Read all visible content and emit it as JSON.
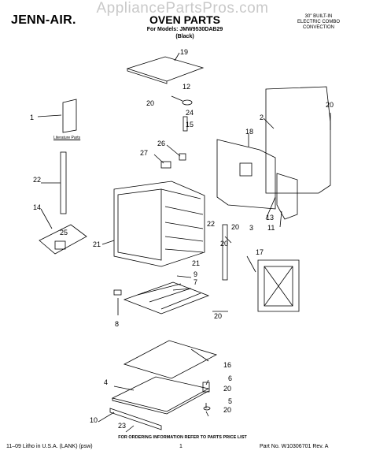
{
  "watermark": "AppliancePartsPros.com",
  "header": {
    "brand": "JENN-AIR.",
    "title": "OVEN PARTS",
    "models_line1": "For Models: JMW9530DAB29",
    "models_line2": "(Black)",
    "right_line1": "30\" BUILT-IN",
    "right_line2": "ELECTRIC COMBO",
    "right_line3": "CONVECTION"
  },
  "literature_label": "Literature Parts",
  "callouts": [
    "19",
    "12",
    "20",
    "24",
    "15",
    "1",
    "2",
    "18",
    "20",
    "26",
    "27",
    "22",
    "14",
    "25",
    "21",
    "13",
    "20",
    "3",
    "11",
    "22",
    "20",
    "17",
    "21",
    "9",
    "7",
    "8",
    "20",
    "16",
    "4",
    "6",
    "20",
    "5",
    "20",
    "10",
    "23"
  ],
  "footer": {
    "order_note": "FOR ORDERING INFORMATION REFER TO PARTS PRICE LIST",
    "left": "11–09 Litho in U.S.A. (LANK) (psw)",
    "page": "1",
    "right": "Part No. W10306701 Rev. A"
  }
}
